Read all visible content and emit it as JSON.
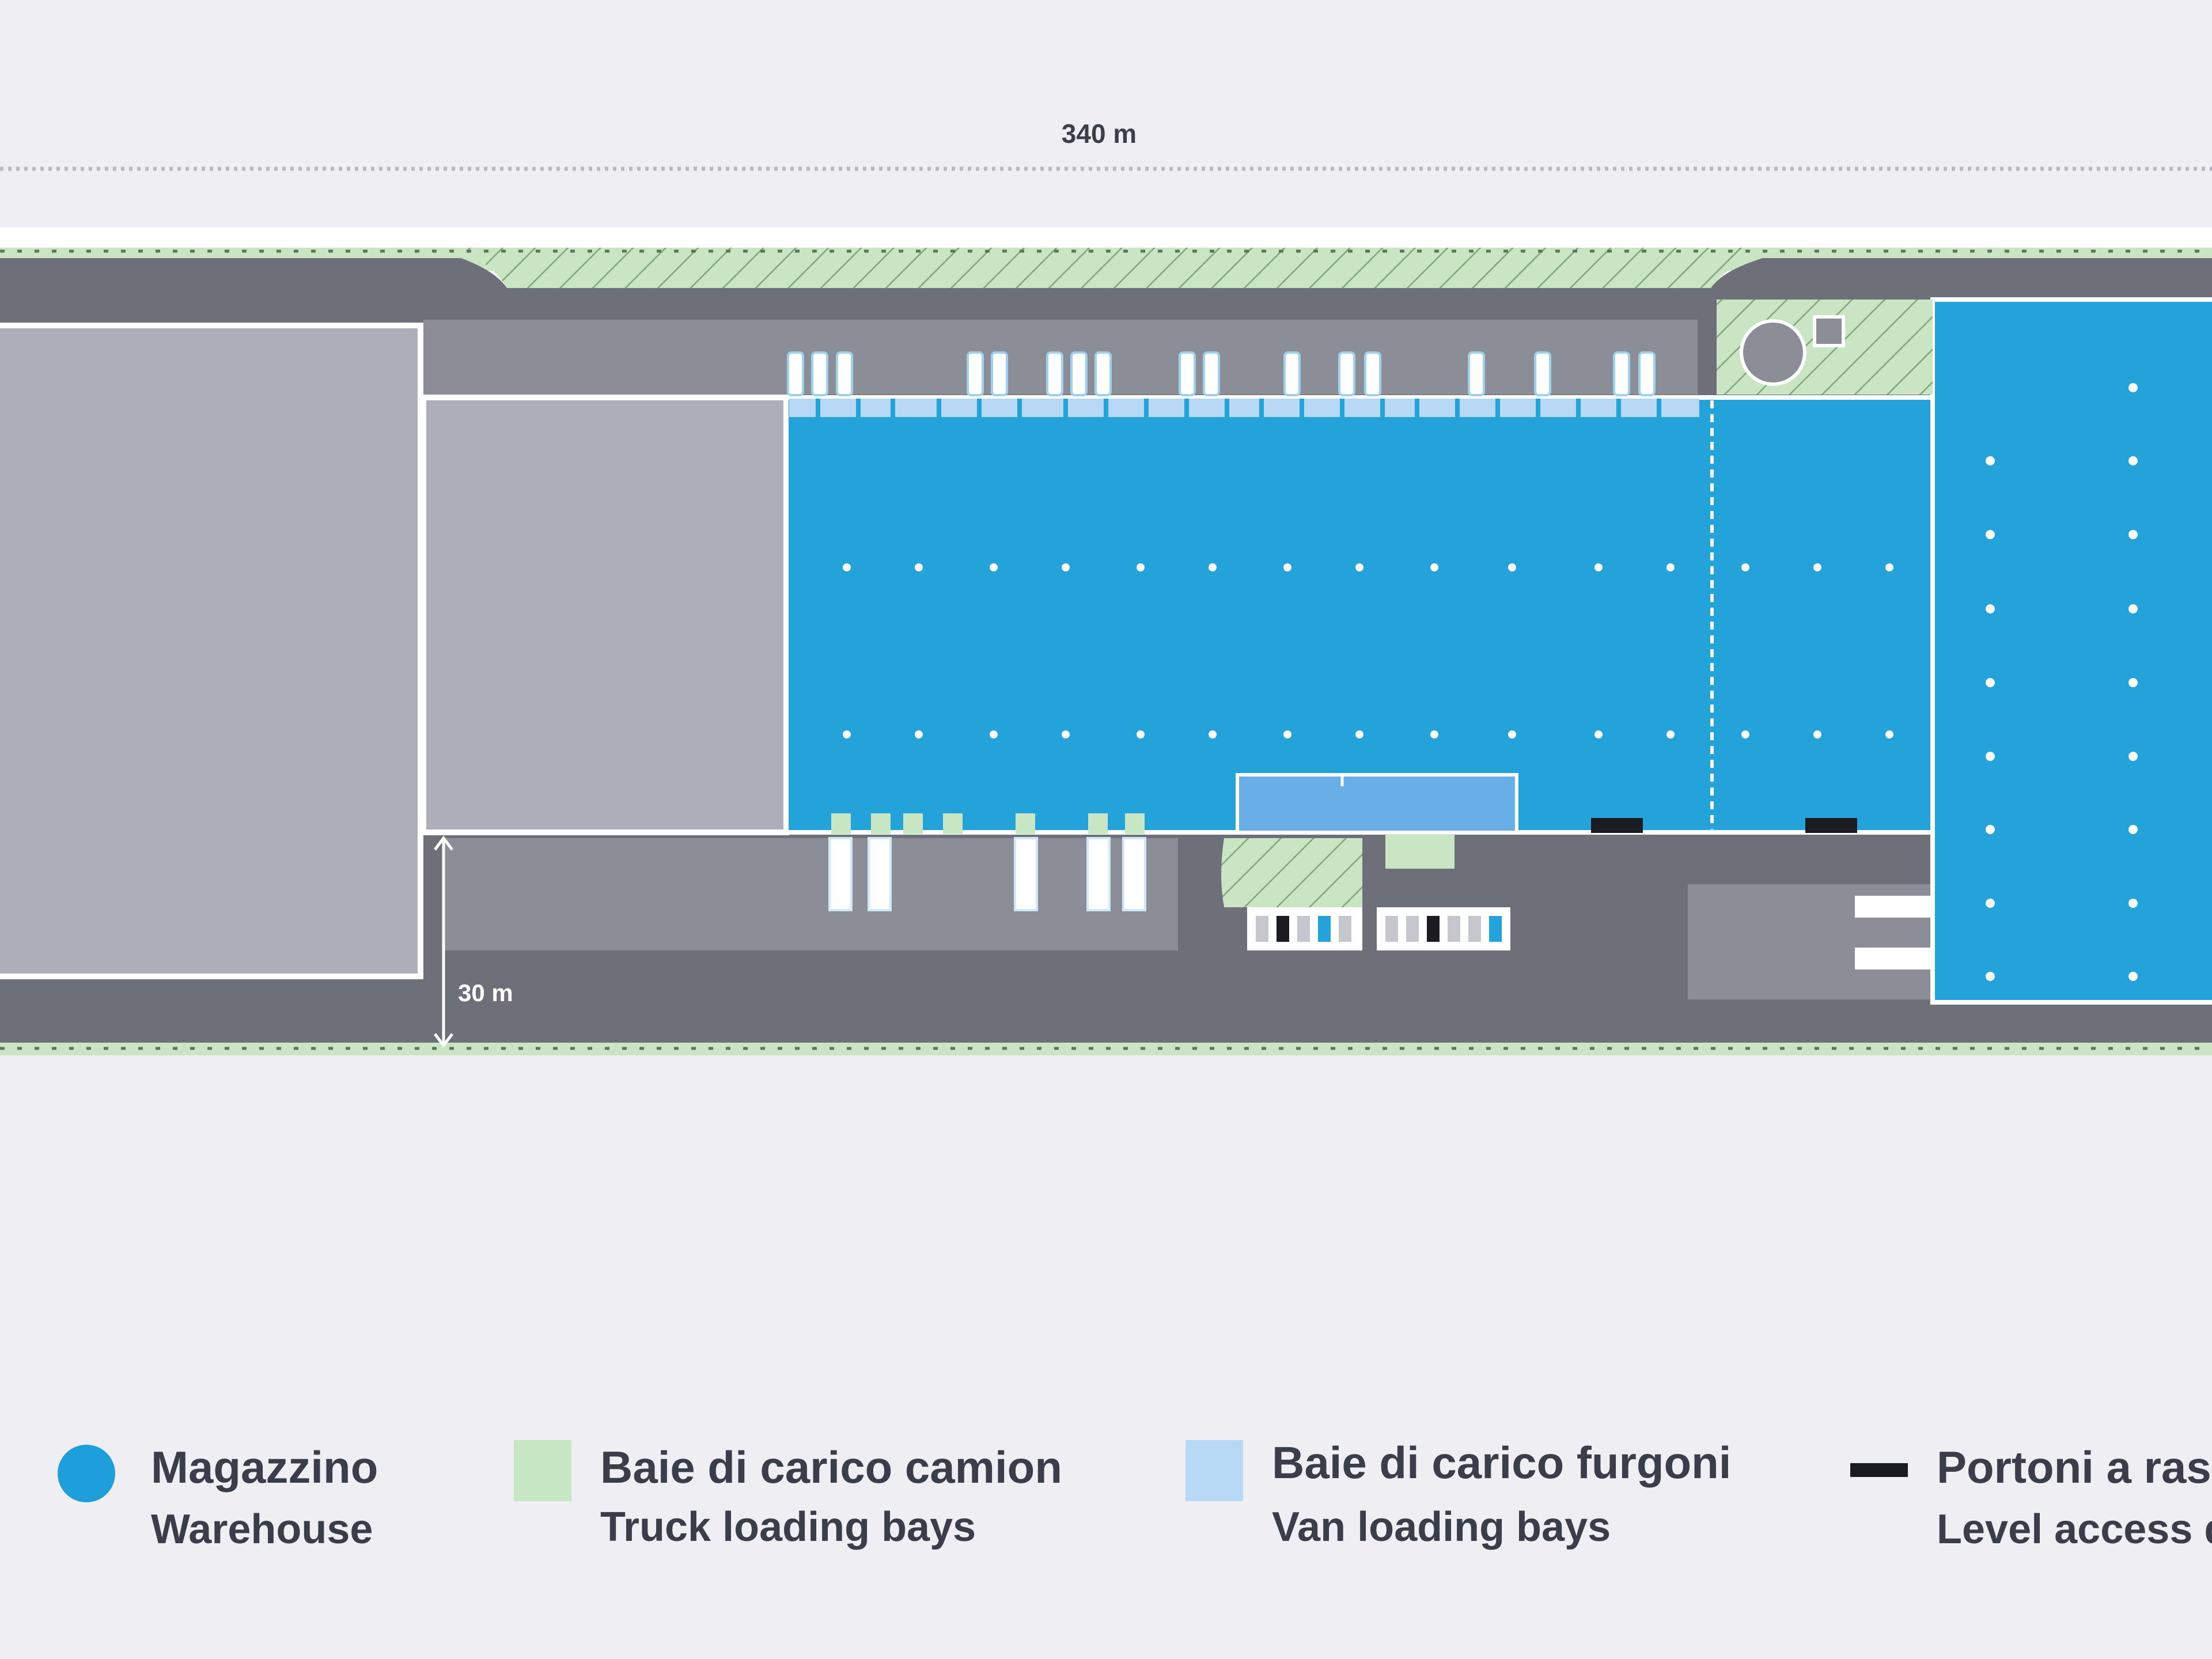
{
  "dimensions": {
    "length_label": "340 m",
    "width_label": "30 m"
  },
  "colors": {
    "background": "#efeff3",
    "road": "#6e7079",
    "yard": "#8c8e97",
    "existing_building": "#aeaeba",
    "warehouse": "#24a3db",
    "truck_bay": "#c7e6c4",
    "van_bay": "#b7d9f6",
    "level_door": "#1a1c22",
    "office": "#6aaee8"
  },
  "legend": [
    {
      "it": "Magazzino",
      "en": "Warehouse",
      "swatch": "circle",
      "color": "#1e9fdc"
    },
    {
      "it": "Baie di carico camion",
      "en": "Truck loading bays",
      "swatch": "square",
      "color": "#c7e6c4"
    },
    {
      "it": "Baie di carico furgoni",
      "en": "Van loading bays",
      "swatch": "square",
      "color": "#b7d9f6"
    },
    {
      "it": "Portoni a ras",
      "en": "Level access d",
      "swatch": "dash",
      "color": "#1a1c22"
    }
  ]
}
